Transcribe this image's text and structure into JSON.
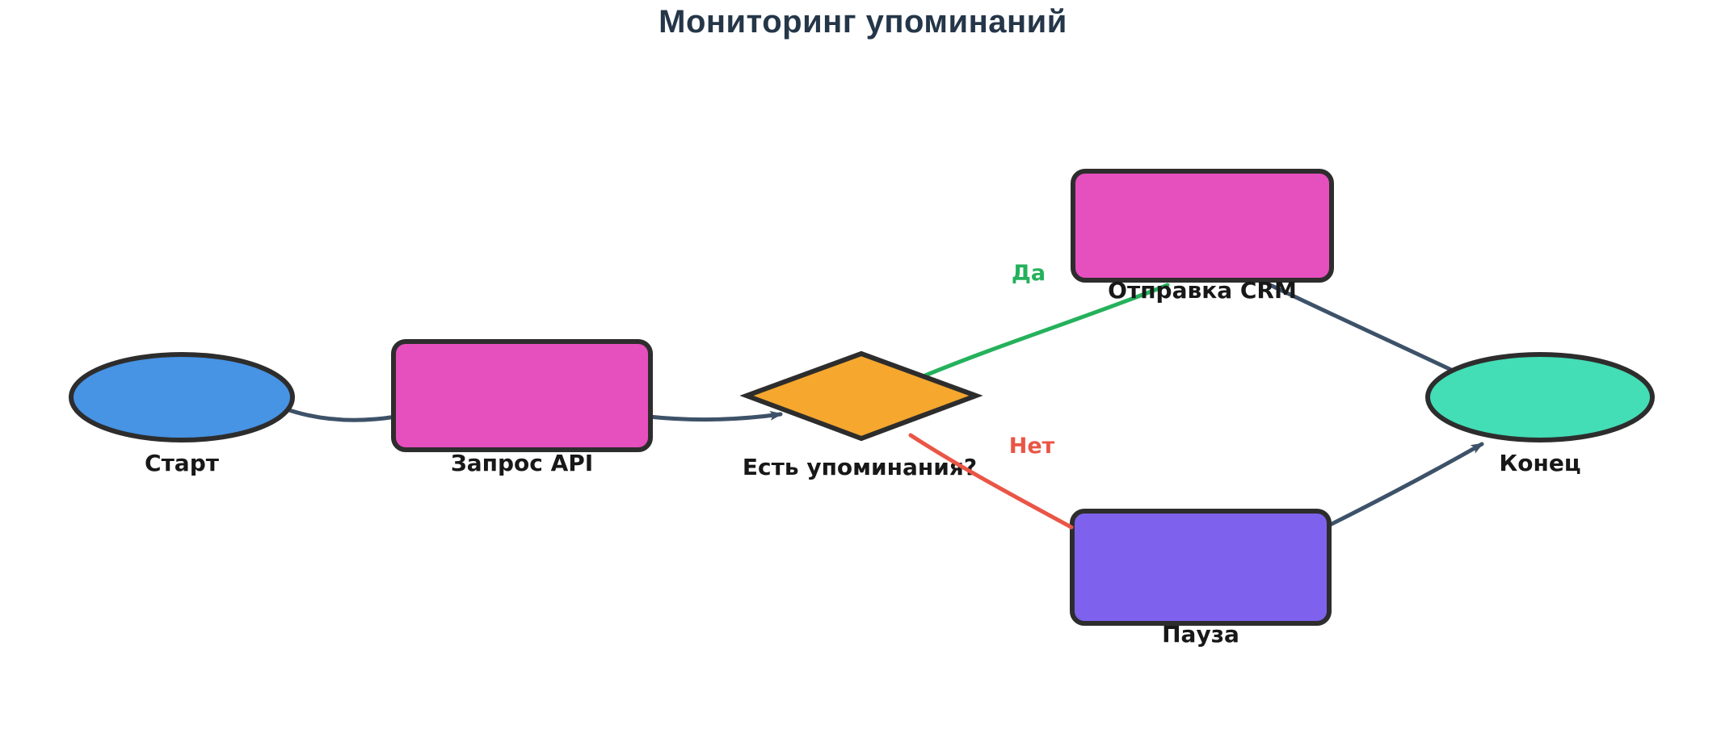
{
  "title": "Мониторинг упоминаний",
  "diagram": {
    "nodes": [
      {
        "id": "start",
        "type": "ellipse-terminator",
        "label": "Старт",
        "fill": "#4793e4"
      },
      {
        "id": "api_request",
        "type": "process-rect",
        "label": "Запрос API",
        "fill": "#e64fbe"
      },
      {
        "id": "has_mentions",
        "type": "decision-diamond",
        "label": "Есть упоминания?",
        "fill": "#f5a72e"
      },
      {
        "id": "send_crm",
        "type": "process-rect",
        "label": "Отправка CRM",
        "fill": "#e64fbe"
      },
      {
        "id": "pause",
        "type": "process-rect",
        "label": "Пауза",
        "fill": "#7e62ee"
      },
      {
        "id": "end",
        "type": "ellipse-terminator",
        "label": "Конец",
        "fill": "#43ddb6"
      }
    ],
    "edges": [
      {
        "from": "start",
        "to": "api_request",
        "label": "",
        "color": "#3d5269"
      },
      {
        "from": "api_request",
        "to": "has_mentions",
        "label": "",
        "color": "#3d5269"
      },
      {
        "from": "has_mentions",
        "to": "send_crm",
        "label": "Да",
        "color": "#25b15c"
      },
      {
        "from": "has_mentions",
        "to": "pause",
        "label": "Нет",
        "color": "#ea5546"
      },
      {
        "from": "send_crm",
        "to": "end",
        "label": "",
        "color": "#3d5269"
      },
      {
        "from": "pause",
        "to": "end",
        "label": "",
        "color": "#3d5269"
      }
    ]
  },
  "colors": {
    "background": "#ffffff",
    "title_text": "#253649",
    "node_label_text": "#181818",
    "node_stroke": "#2d2d2d",
    "edge_default": "#3d5269",
    "edge_yes": "#25b15c",
    "edge_no": "#ea5546"
  }
}
